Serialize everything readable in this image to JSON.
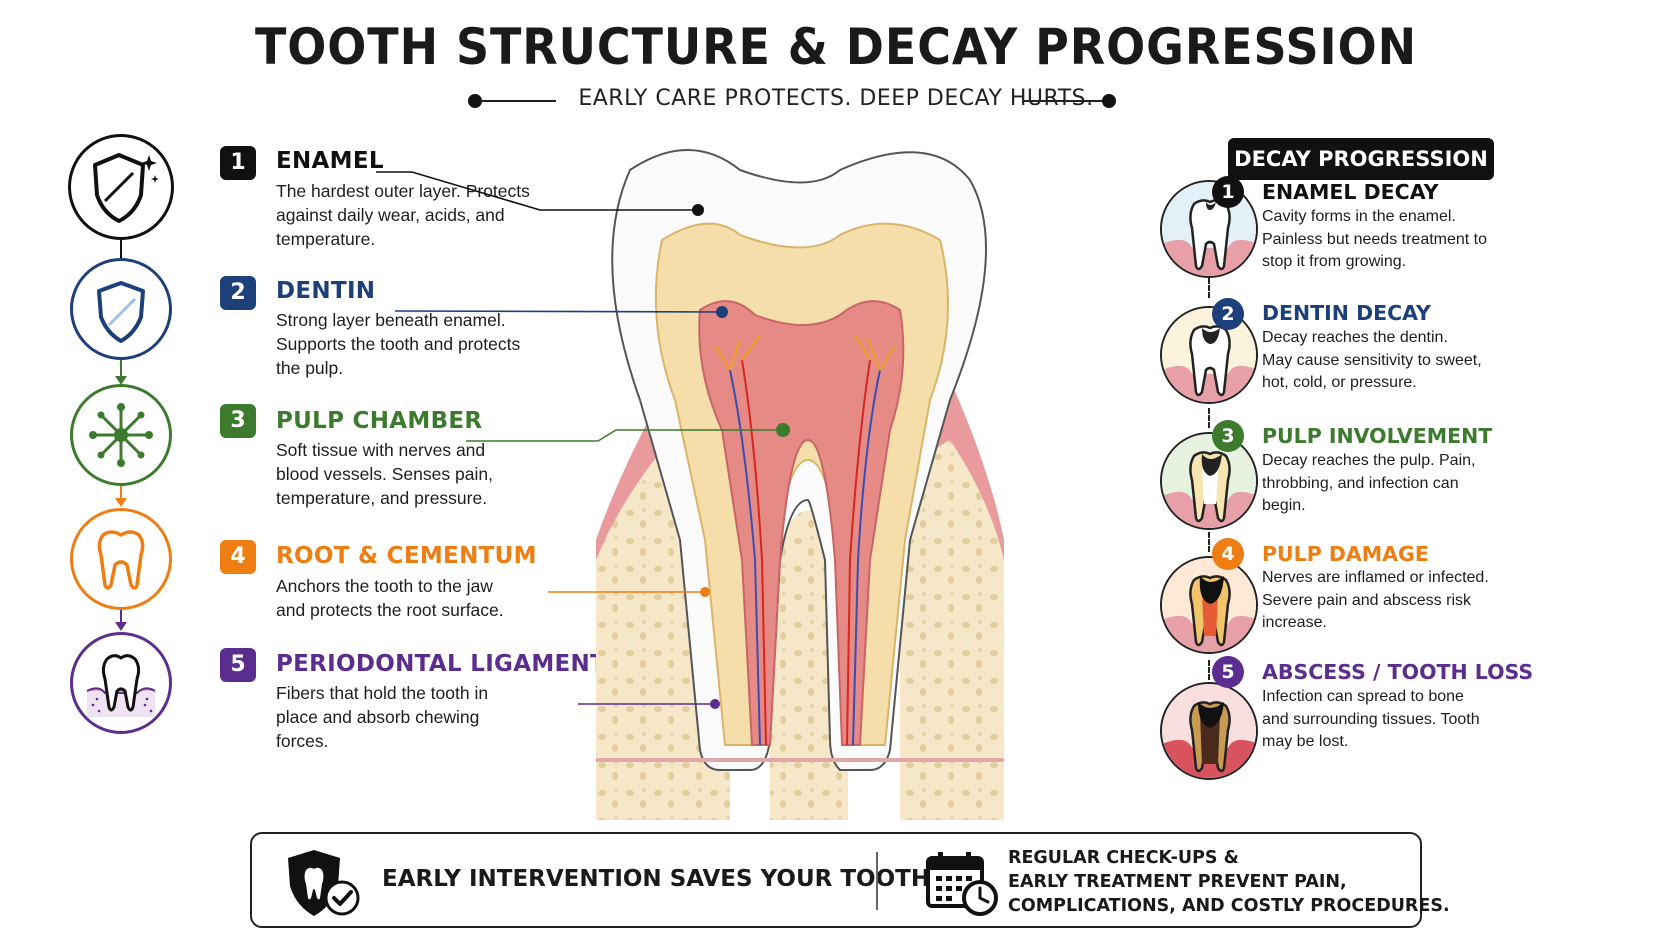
{
  "header": {
    "title": "TOOTH STRUCTURE & DECAY PROGRESSION",
    "subtitle": "EARLY CARE PROTECTS.  DEEP DECAY HURTS."
  },
  "colors": {
    "enamel": "#111111",
    "dentin": "#1d3f7a",
    "pulp": "#3c7a2e",
    "root": "#ee7d12",
    "ligament": "#5b2d8e"
  },
  "left_icons": [
    "shield-sparkle-icon",
    "shield-icon",
    "nerve-icon",
    "tooth-root-icon",
    "tooth-gum-icon"
  ],
  "layers": [
    {
      "num": "1",
      "name": "ENAMEL",
      "desc": "The hardest outer layer. Protects against daily wear, acids, and temperature."
    },
    {
      "num": "2",
      "name": "DENTIN",
      "desc": "Strong layer beneath enamel. Supports the tooth and protects the pulp."
    },
    {
      "num": "3",
      "name": "PULP CHAMBER",
      "desc": "Soft tissue with nerves and blood vessels. Senses pain, temperature, and pressure."
    },
    {
      "num": "4",
      "name": "ROOT & CEMENTUM",
      "desc": "Anchors the tooth to the jaw and protects the root surface."
    },
    {
      "num": "5",
      "name": "PERIODONTAL LIGAMENT",
      "desc": "Fibers that hold the tooth in place and absorb chewing forces."
    }
  ],
  "decay": {
    "header": "DECAY PROGRESSION",
    "stages": [
      {
        "num": "1",
        "name": "ENAMEL DECAY",
        "desc": "Cavity forms in the enamel. Painless but needs treatment to stop it from growing."
      },
      {
        "num": "2",
        "name": "DENTIN DECAY",
        "desc": "Decay reaches the dentin. May cause sensitivity to sweet, hot, cold, or pressure."
      },
      {
        "num": "3",
        "name": "PULP INVOLVEMENT",
        "desc": "Decay reaches the pulp. Pain, throbbing, and infection can begin."
      },
      {
        "num": "4",
        "name": "PULP DAMAGE",
        "desc": "Nerves are inflamed or infected. Severe pain and abscess risk increase."
      },
      {
        "num": "5",
        "name": "ABSCESS / TOOTH LOSS",
        "desc": "Infection can spread to bone and surrounding tissues. Tooth may be lost."
      }
    ]
  },
  "banner": {
    "left_icon": "shield-tooth-check-icon",
    "left_text": "EARLY INTERVENTION SAVES YOUR TOOTH.",
    "right_icon": "calendar-clock-icon",
    "right_lines": [
      "REGULAR CHECK-UPS &",
      "EARLY TREATMENT PREVENT PAIN,",
      "COMPLICATIONS, AND COSTLY PROCEDURES."
    ]
  }
}
